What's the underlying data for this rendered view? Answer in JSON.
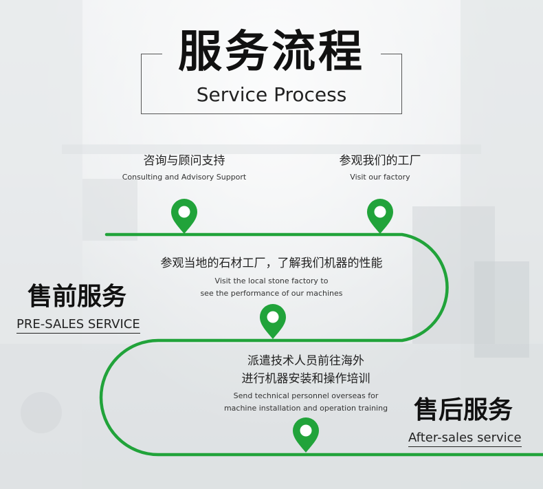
{
  "title": {
    "cn": "服务流程",
    "en": "Service Process"
  },
  "phases": {
    "pre": {
      "cn": "售前服务",
      "en": "PRE-SALES SERVICE"
    },
    "after": {
      "cn": "售后服务",
      "en": "After-sales service"
    }
  },
  "steps": [
    {
      "cn": "咨询与顾问支持",
      "en": [
        "Consulting and Advisory Support"
      ]
    },
    {
      "cn": "参观我们的工厂",
      "en": [
        "Visit our factory"
      ]
    },
    {
      "cn": "参观当地的石材工厂，了解我们机器的性能",
      "en": [
        "Visit the local stone factory to",
        "see the performance of our machines"
      ]
    },
    {
      "cn": "派遣技术人员前往海外",
      "cn2": "进行机器安装和操作培训",
      "en": [
        "Send technical personnel overseas for",
        "machine installation and operation training"
      ]
    }
  ],
  "colors": {
    "path": "#21a33a",
    "pin": "#21a33a"
  },
  "icons": [
    "location-pin-icon"
  ]
}
